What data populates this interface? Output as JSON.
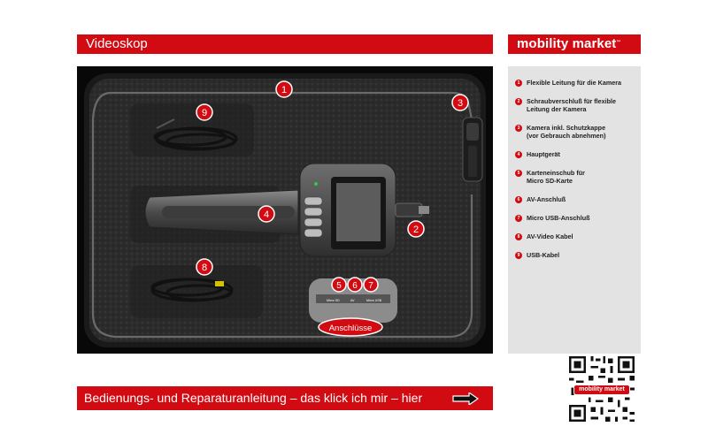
{
  "header": {
    "title": "Videoskop",
    "brand": "mobility market",
    "brand_tm": "™"
  },
  "photo": {
    "markers": [
      {
        "num": "1"
      },
      {
        "num": "2"
      },
      {
        "num": "3"
      },
      {
        "num": "4"
      },
      {
        "num": "5"
      },
      {
        "num": "6"
      },
      {
        "num": "7"
      },
      {
        "num": "8"
      },
      {
        "num": "9"
      }
    ],
    "ports_label": "Anschlüsse",
    "device_port_labels": [
      "Micro SD",
      "AV",
      "Micro USB"
    ]
  },
  "legend": {
    "items": [
      {
        "num": "1",
        "text": "Flexible Leitung für die Kamera"
      },
      {
        "num": "2",
        "text": "Schraubverschluß für flexible\nLeitung der Kamera"
      },
      {
        "num": "3",
        "text": "Kamera inkl. Schutzkappe\n(vor Gebrauch abnehmen)"
      },
      {
        "num": "4",
        "text": "Hauptgerät"
      },
      {
        "num": "5",
        "text": "Karteneinschub für\nMicro SD-Karte"
      },
      {
        "num": "6",
        "text": "AV-Anschluß"
      },
      {
        "num": "7",
        "text": "Micro USB-Anschluß"
      },
      {
        "num": "8",
        "text": "AV-Video Kabel"
      },
      {
        "num": "9",
        "text": "USB-Kabel"
      }
    ]
  },
  "qr": {
    "badge": "mobility market"
  },
  "footer": {
    "manual_link": "Bedienungs- und Reparaturanleitung – das klick ich mir – hier"
  },
  "colors": {
    "accent": "#d20a11",
    "legend_bg": "#e3e3e3",
    "foam": "#2c2c2c"
  }
}
